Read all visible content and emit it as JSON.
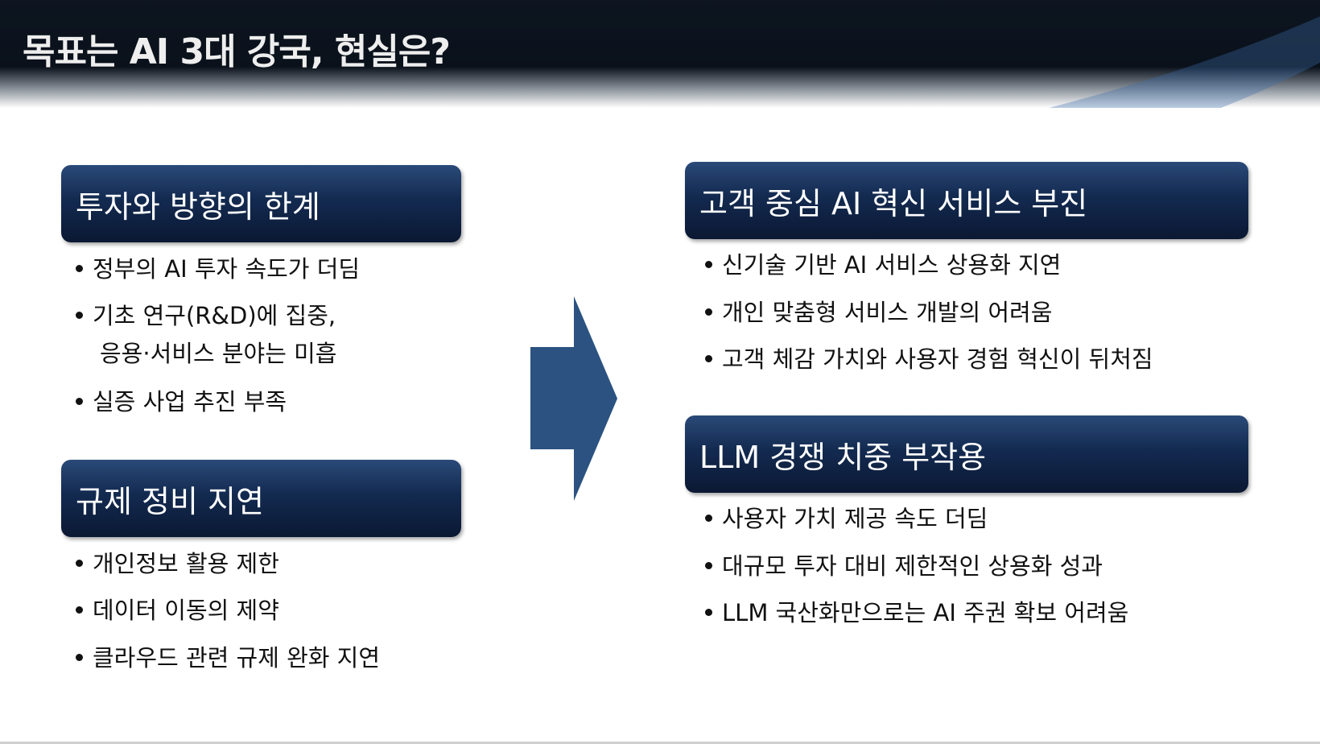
{
  "title": "목표는 AI 3대 강국, 현실은?",
  "left": [
    {
      "heading": "투자와 방향의 한계",
      "bullets": [
        "정부의 AI 투자 속도가 더딤",
        "기초 연구(R&D)에 집중,",
        "응용·서비스 분야는 미흡",
        "실증 사업 추진 부족"
      ]
    },
    {
      "heading": "규제 정비 지연",
      "bullets": [
        "개인정보 활용 제한",
        "데이터 이동의 제약",
        "클라우드 관련 규제 완화 지연"
      ]
    }
  ],
  "right": [
    {
      "heading": "고객 중심 AI 혁신 서비스 부진",
      "bullets": [
        "신기술 기반 AI 서비스 상용화 지연",
        "개인 맞춤형 서비스 개발의 어려움",
        "고객 체감 가치와 사용자 경험 혁신이 뒤처짐"
      ]
    },
    {
      "heading": "LLM 경쟁 치중 부작용",
      "bullets": [
        "사용자 가치 제공 속도 더딤",
        "대규모 투자 대비 제한적인 상용화 성과",
        "LLM 국산화만으로는 AI 주권 확보 어려움"
      ]
    }
  ],
  "colors": {
    "arrow": "#2b5280",
    "box": "#132a50"
  }
}
